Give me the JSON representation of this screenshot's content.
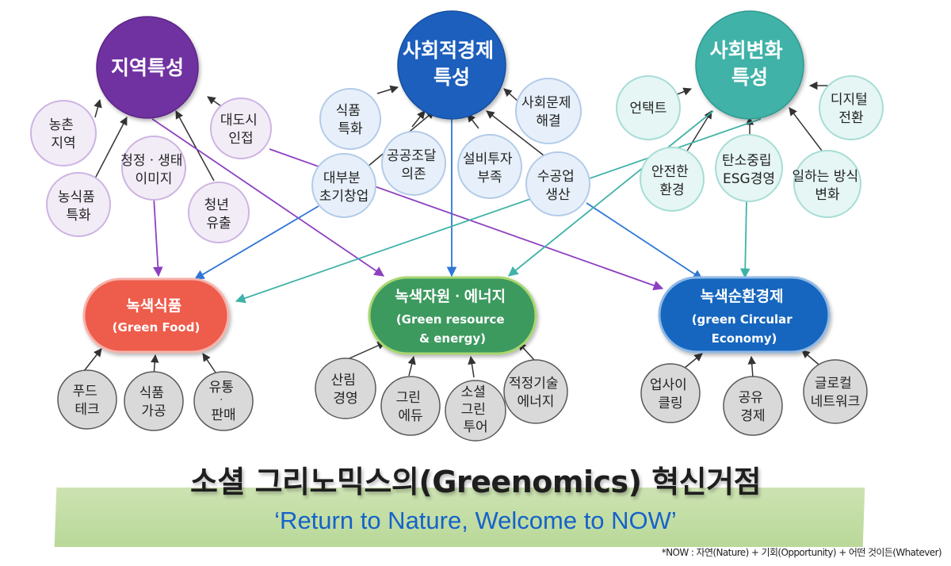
{
  "diagram": {
    "hubs": {
      "regional": {
        "lines": [
          "지역특성"
        ]
      },
      "social_economy": {
        "lines": [
          "사회적경제",
          "특성"
        ]
      },
      "social_change": {
        "lines": [
          "사회변화",
          "특성"
        ]
      }
    },
    "regional_nodes": {
      "farm_village": {
        "lines": [
          "농촌",
          "지역"
        ]
      },
      "metro_adjacent": {
        "lines": [
          "대도시",
          "인접"
        ]
      },
      "clean_eco_image": {
        "lines": [
          "청정ㆍ생태",
          "이미지"
        ]
      },
      "agri_specialty": {
        "lines": [
          "농식품",
          "특화"
        ]
      },
      "youth_outflow": {
        "lines": [
          "청년",
          "유출"
        ]
      }
    },
    "social_economy_nodes": {
      "food_specialty": {
        "lines": [
          "식품",
          "특화"
        ]
      },
      "social_problem": {
        "lines": [
          "사회문제",
          "해결"
        ]
      },
      "public_procurement": {
        "lines": [
          "공공조달",
          "의존"
        ]
      },
      "facility_investment": {
        "lines": [
          "설비투자",
          "부족"
        ]
      },
      "early_startup": {
        "lines": [
          "대부분",
          "초기창업"
        ]
      },
      "handcraft": {
        "lines": [
          "수공업",
          "생산"
        ]
      }
    },
    "social_change_nodes": {
      "untact": {
        "lines": [
          "언택트"
        ]
      },
      "digital": {
        "lines": [
          "디지털",
          "전환"
        ]
      },
      "safe_env": {
        "lines": [
          "안전한",
          "환경"
        ]
      },
      "carbon_esg": {
        "lines": [
          "탄소중립",
          "ESG경영"
        ]
      },
      "work_style": {
        "lines": [
          "일하는 방식",
          "변화"
        ]
      }
    },
    "pillars": {
      "green_food": {
        "lines": [
          "녹색식품",
          "(Green Food)"
        ],
        "color": "#ee5b4c"
      },
      "green_resource": {
        "lines": [
          "녹색자원ㆍ에너지",
          "(Green resource",
          "& energy)"
        ],
        "color": "#3c9a5e"
      },
      "green_circular": {
        "lines": [
          "녹색순환경제",
          "(green Circular",
          "Economy)"
        ],
        "color": "#1366bf"
      }
    },
    "outcomes": {
      "food_tech": {
        "lines": [
          "푸드",
          "테크"
        ]
      },
      "food_processing": {
        "lines": [
          "식품",
          "가공"
        ]
      },
      "distribution_sales": {
        "lines": [
          "유통",
          "·",
          "판매"
        ]
      },
      "forest_mgmt": {
        "lines": [
          "산림",
          "경영"
        ]
      },
      "green_edu": {
        "lines": [
          "그린",
          "에듀"
        ]
      },
      "social_green_tour": {
        "lines": [
          "소셜",
          "그린",
          "투어"
        ]
      },
      "appropriate_tech": {
        "lines": [
          "적정기술",
          "에너지"
        ]
      },
      "upcycling": {
        "lines": [
          "업사이",
          "클링"
        ]
      },
      "sharing_economy": {
        "lines": [
          "공유",
          "경제"
        ]
      },
      "glocal_network": {
        "lines": [
          "글로컬",
          "네트워크"
        ]
      }
    },
    "colors": {
      "regional": "#7030a0",
      "social_economy": "#1f5fbd",
      "social_change": "#3fb2a8"
    }
  },
  "banner": {
    "title": "소셜 그리노믹스의(Greenomics) 혁신거점",
    "subtitle": "‘Return to Nature, Welcome to NOW’",
    "footnote": "*NOW : 자연(Nature) + 기회(Opportunity) + 어떤 것이든(Whatever)"
  }
}
